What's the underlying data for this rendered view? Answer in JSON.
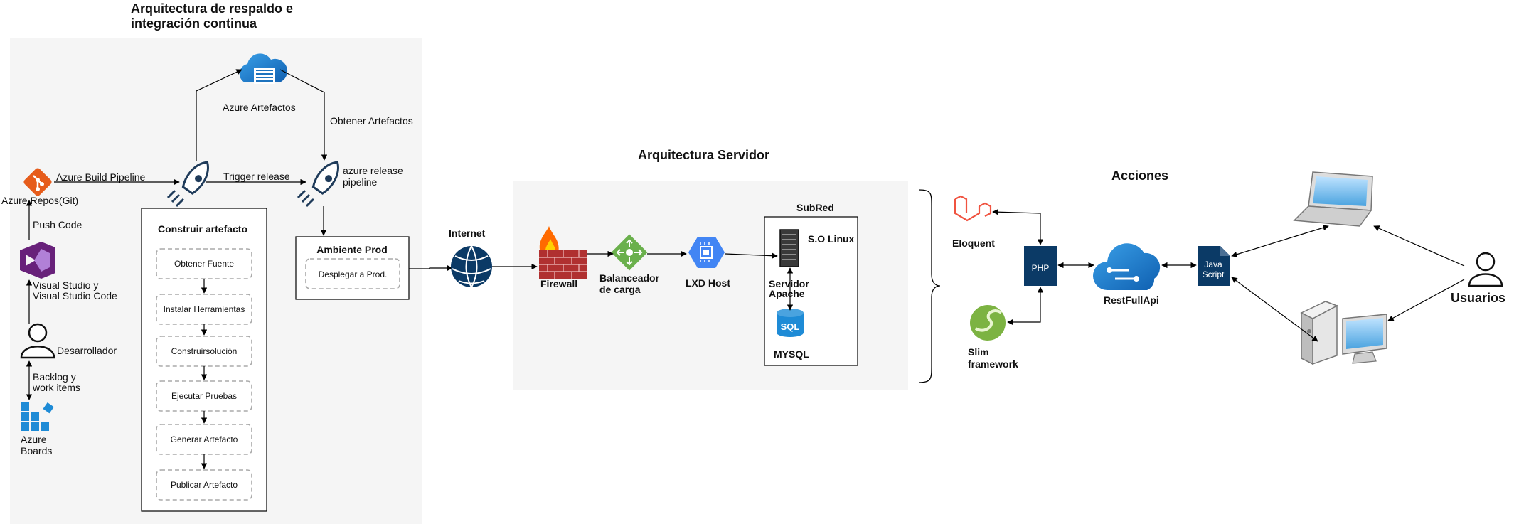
{
  "left_section": {
    "title_line1": "Arquitectura de respaldo e",
    "title_line2": "integración continua",
    "azure_artefactos": "Azure Artefactos",
    "obtener_artefactos": "Obtener Artefactos",
    "azure_build_pipeline": "Azure Build Pipeline",
    "trigger_release": "Trigger release",
    "azure_release_line1": "azure release",
    "azure_release_line2": "pipeline",
    "azure_repos": "Azure Repos(Git)",
    "push_code": "Push Code",
    "vs_line1": "Visual Studio y",
    "vs_line2": "Visual Studio Code",
    "desarrollador": "Desarrollador",
    "backlog_line1": "Backlog y",
    "backlog_line2": "work items",
    "boards_line1": "Azure",
    "boards_line2": "Boards",
    "construir_title": "Construir artefacto",
    "steps": [
      "Obtener Fuente",
      "Instalar Herramientas",
      "Construirsolución",
      "Ejecutar Pruebas",
      "Generar Artefacto",
      "Publicar Artefacto"
    ],
    "ambiente_title": "Ambiente Prod",
    "desplegar": "Desplegar a Prod."
  },
  "server_section": {
    "title": "Arquitectura Servidor",
    "internet": "Internet",
    "firewall": "Firewall",
    "balanceador_line1": "Balanceador",
    "balanceador_line2": "de carga",
    "lxd_host": "LXD Host",
    "subred": "SubRed",
    "so_linux": "S.O Linux",
    "servidor_line1": "Servidor",
    "servidor_line2": "Apache",
    "sql_icon_text": "SQL",
    "mysql": "MYSQL"
  },
  "actions_section": {
    "title": "Acciones",
    "eloquent": "Eloquent",
    "php": "PHP",
    "slim_line1": "Slim",
    "slim_line2": "framework",
    "restfullapi": "RestFullApi",
    "js_line1": "Java",
    "js_line2": "Script",
    "usuarios": "Usuarios"
  },
  "colors": {
    "panel_bg": "#f5f5f5",
    "azure_blue": "#1e73be",
    "navy": "#0b3a66",
    "firewall_red": "#c0392b",
    "lb_green": "#6ab04c",
    "lxd_blue": "#4285f4",
    "git_orange": "#e65c1b",
    "vs_purple": "#68217a",
    "laravel_red": "#f05340",
    "slim_green": "#7cb342"
  }
}
